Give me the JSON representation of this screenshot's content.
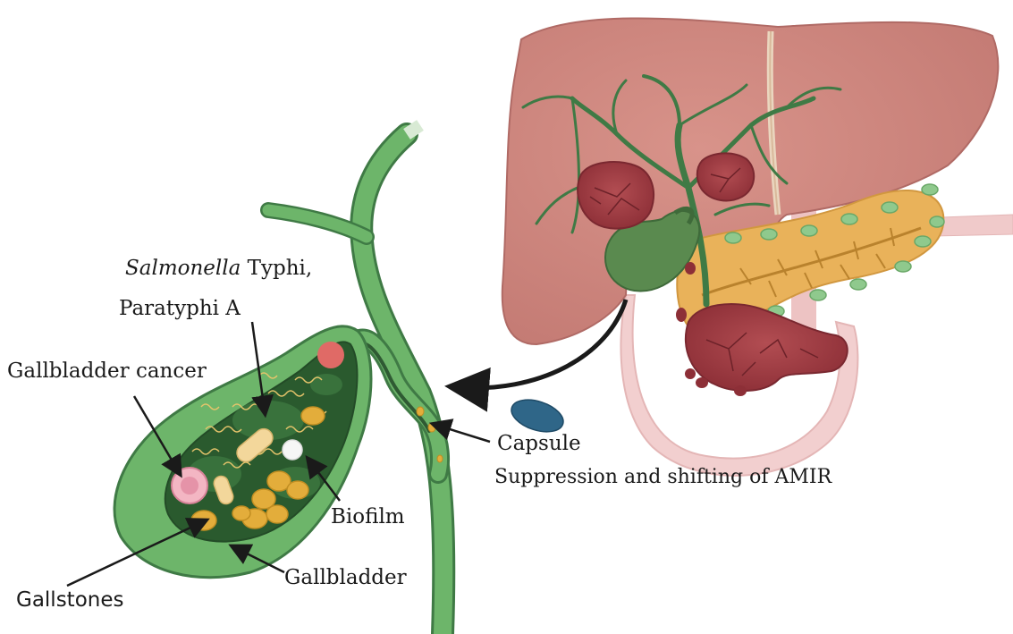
{
  "labels": {
    "salmonella_italic": "Salmonella",
    "salmonella_rest": " Typhi,",
    "paratyphi": "Paratyphi A",
    "gallbladder_cancer": "Gallbladder cancer",
    "biofilm": "Biofilm",
    "gallstones": "Gallstones",
    "gallbladder": "Gallbladder",
    "capsule": "Capsule",
    "suppression": "Suppression and shifting of AMIR"
  }
}
